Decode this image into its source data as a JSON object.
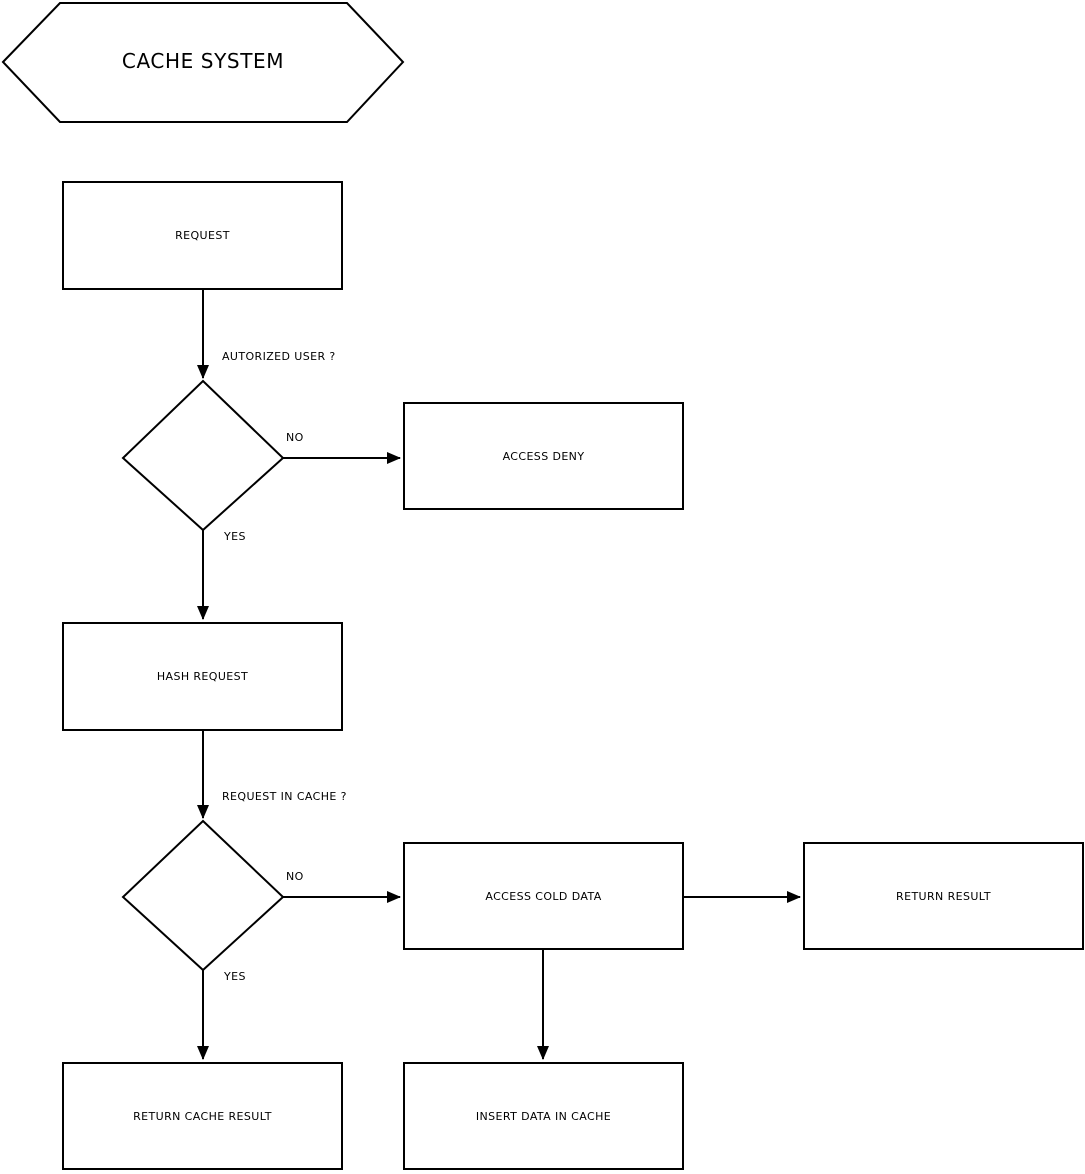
{
  "colors": {
    "background": "#ffffff",
    "line": "#000000",
    "text": "#000000"
  },
  "title": "CACHE SYSTEM",
  "nodes": {
    "request": "REQUEST",
    "access_deny": "ACCESS DENY",
    "hash_request": "HASH REQUEST",
    "access_cold_data": "ACCESS COLD DATA",
    "return_result": "RETURN RESULT",
    "return_cache_result": "RETURN CACHE RESULT",
    "insert_data_in_cache": "INSERT DATA IN CACHE"
  },
  "edge_labels": {
    "decision1_question": "AUTORIZED USER ?",
    "decision1_no": "NO",
    "decision1_yes": "YES",
    "decision2_question": "REQUEST IN CACHE ?",
    "decision2_no": "NO",
    "decision2_yes": "YES"
  }
}
